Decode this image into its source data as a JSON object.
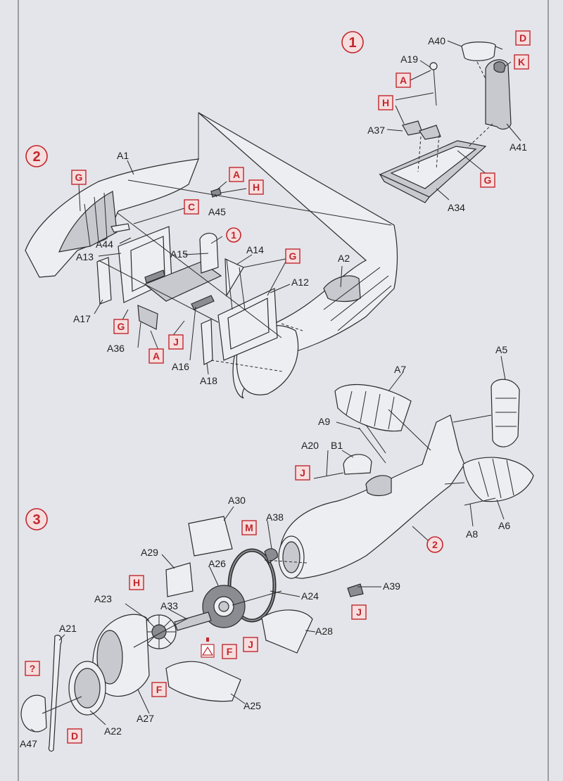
{
  "steps": [
    "1",
    "2",
    "3"
  ],
  "step1": {
    "labels": [
      "A40",
      "A19",
      "A37",
      "A41",
      "A34"
    ],
    "colors": [
      "D",
      "A",
      "K",
      "H",
      "G"
    ]
  },
  "step2": {
    "labels": [
      "A1",
      "A45",
      "A44",
      "A13",
      "A15",
      "A14",
      "A2",
      "A12",
      "A17",
      "A36",
      "A16",
      "A18"
    ],
    "colors": [
      "G",
      "A",
      "H",
      "C",
      "G",
      "G",
      "A",
      "J"
    ],
    "ref": "1"
  },
  "step3": {
    "labels": [
      "A5",
      "A7",
      "A9",
      "A20",
      "B1",
      "A8",
      "A6",
      "A30",
      "A38",
      "A29",
      "A26",
      "A39",
      "A23",
      "A33",
      "A24",
      "A21",
      "A28",
      "A22",
      "A27",
      "A25",
      "A47"
    ],
    "colors": [
      "J",
      "M",
      "H",
      "J",
      "J",
      "F",
      "F",
      "D"
    ],
    "ref": "2",
    "unknown": "?"
  },
  "colors_meta": {
    "accent": "#c0272d",
    "box_fill": "#f6dede",
    "background": "#e4e5ea",
    "ink": "#2b2b2b"
  }
}
